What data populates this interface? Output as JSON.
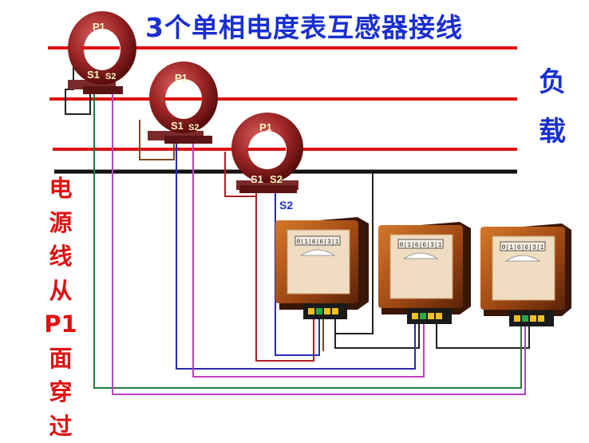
{
  "title": "3个单相电度表互感器接线",
  "load_label": [
    "负",
    "载"
  ],
  "source_label": [
    "电",
    "源",
    "线",
    "从",
    "P1",
    "面",
    "穿",
    "过"
  ],
  "transformers": [
    {
      "p1": "P1",
      "s1": "S1",
      "s2": "S2"
    },
    {
      "p1": "P1",
      "s1": "S1",
      "s2": "S2"
    },
    {
      "p1": "P1",
      "s1": "S1",
      "s2": "S2"
    }
  ],
  "extra_s2_label": "S2",
  "meters": [
    {
      "reading": "0|1|6|6|3|1"
    },
    {
      "reading": "0|1|6|6|3|1"
    },
    {
      "reading": "0|1|6|6|3|1"
    }
  ],
  "colors": {
    "phase_line": "#e01010",
    "neutral_line": "#111111",
    "title": "#1a2fd0",
    "source_text": "#e01010",
    "wire_green": "#1f7a3a",
    "wire_purple": "#c040c0",
    "wire_blue": "#2a2ab0",
    "wire_red": "#b02020",
    "wire_brown": "#7a4a20",
    "wire_black": "#222222"
  }
}
